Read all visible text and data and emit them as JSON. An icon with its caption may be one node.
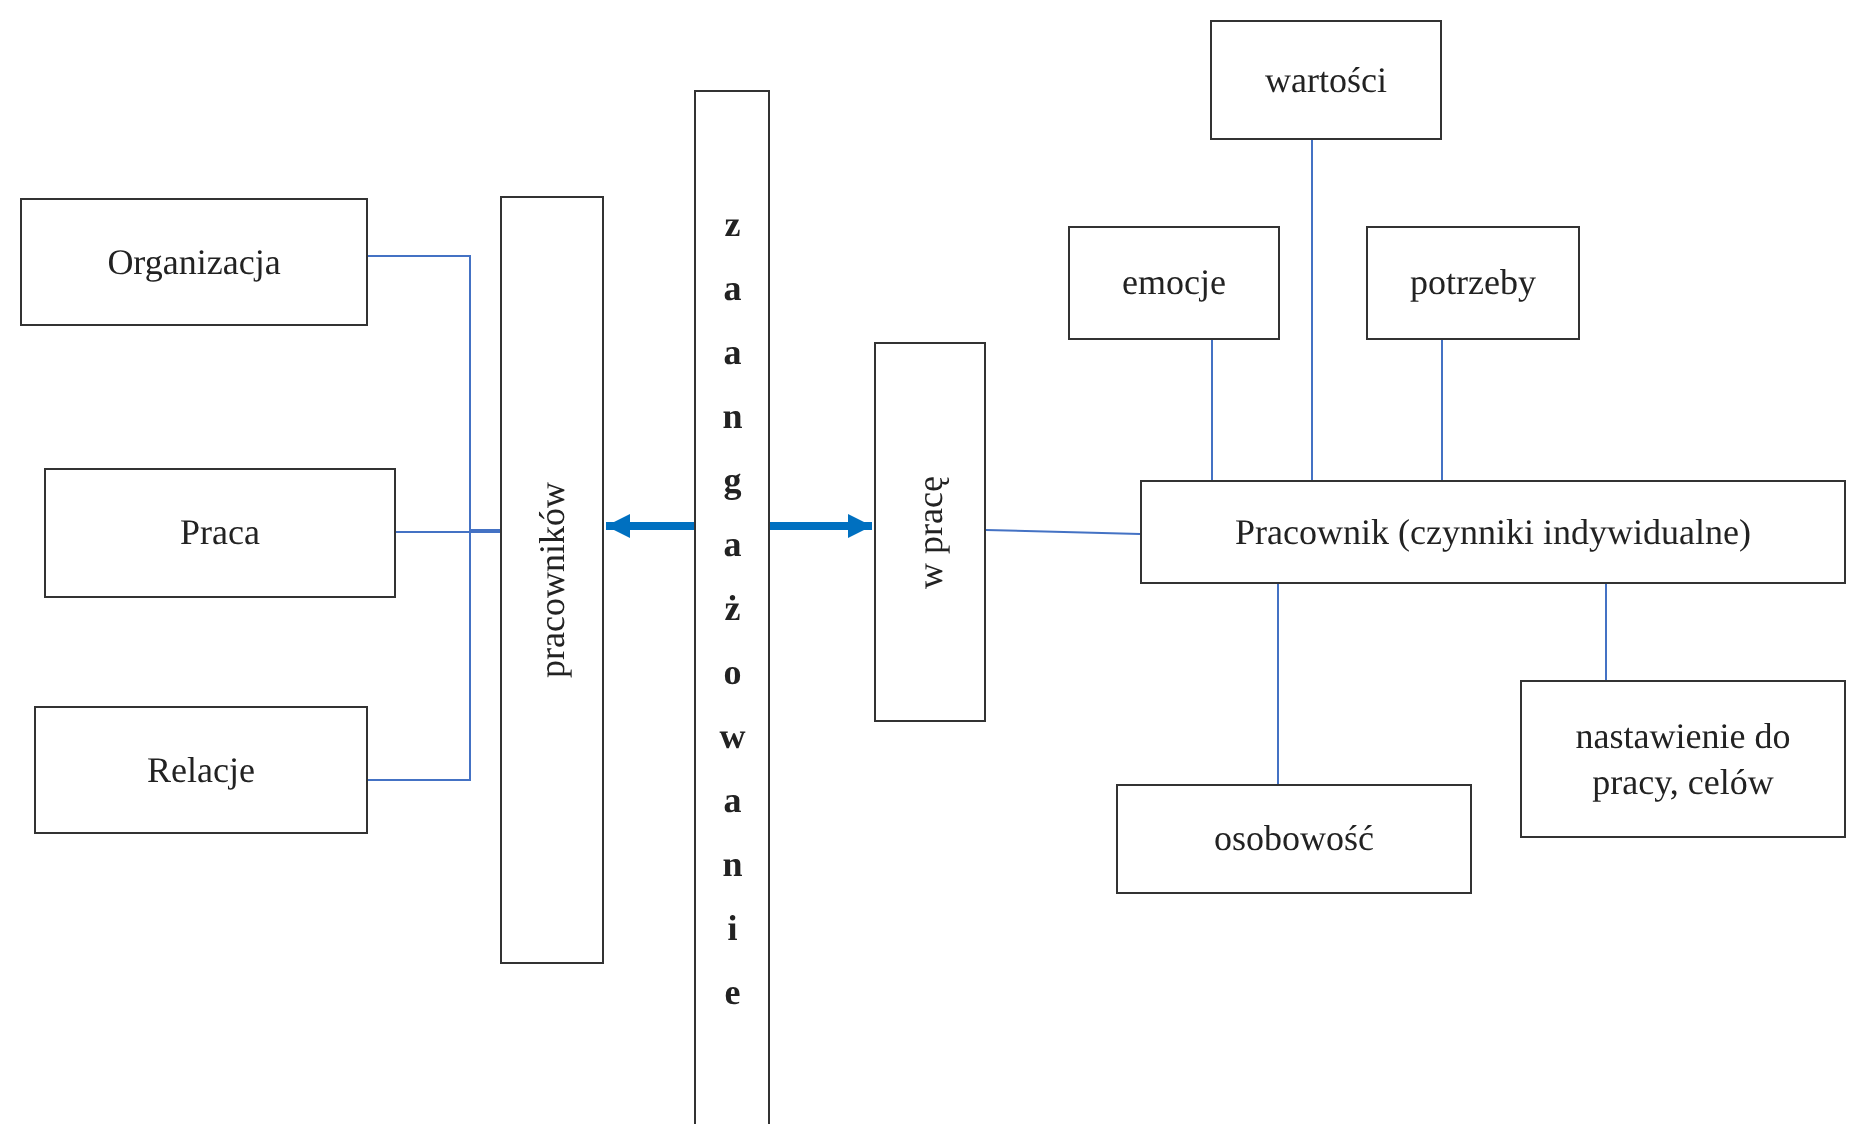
{
  "diagram": {
    "nodes": [
      {
        "text": [
          "Organizacja"
        ]
      },
      {
        "text": [
          "Praca"
        ]
      },
      {
        "text": [
          "Relacje"
        ]
      },
      {
        "text": [
          "pracowników"
        ]
      },
      {
        "text": [
          "zaangażowanie"
        ]
      },
      {
        "text": [
          "w pracę"
        ]
      },
      {
        "text": [
          "Pracownik (czynniki indywidualne)"
        ]
      },
      {
        "text": [
          "wartości"
        ]
      },
      {
        "text": [
          "emocje"
        ]
      },
      {
        "text": [
          "potrzeby"
        ]
      },
      {
        "text": [
          "osobowość"
        ]
      },
      {
        "text": [
          "nastawienie do pracy, celów"
        ]
      }
    ],
    "edges": [
      {
        "from": 0,
        "to": 3,
        "arrow": "none"
      },
      {
        "from": 1,
        "to": 3,
        "arrow": "none"
      },
      {
        "from": 2,
        "to": 3,
        "arrow": "none"
      },
      {
        "from": 4,
        "to": 3,
        "arrow": "to",
        "style": "thick",
        "color": "#0070c0"
      },
      {
        "from": 4,
        "to": 5,
        "arrow": "to",
        "style": "thick",
        "color": "#0070c0"
      },
      {
        "from": 5,
        "to": 6,
        "arrow": "none"
      },
      {
        "from": 8,
        "to": 6,
        "arrow": "none"
      },
      {
        "from": 7,
        "to": 6,
        "arrow": "none"
      },
      {
        "from": 9,
        "to": 6,
        "arrow": "none"
      },
      {
        "from": 10,
        "to": 6,
        "arrow": "none"
      },
      {
        "from": 11,
        "to": 6,
        "arrow": "none"
      }
    ]
  }
}
